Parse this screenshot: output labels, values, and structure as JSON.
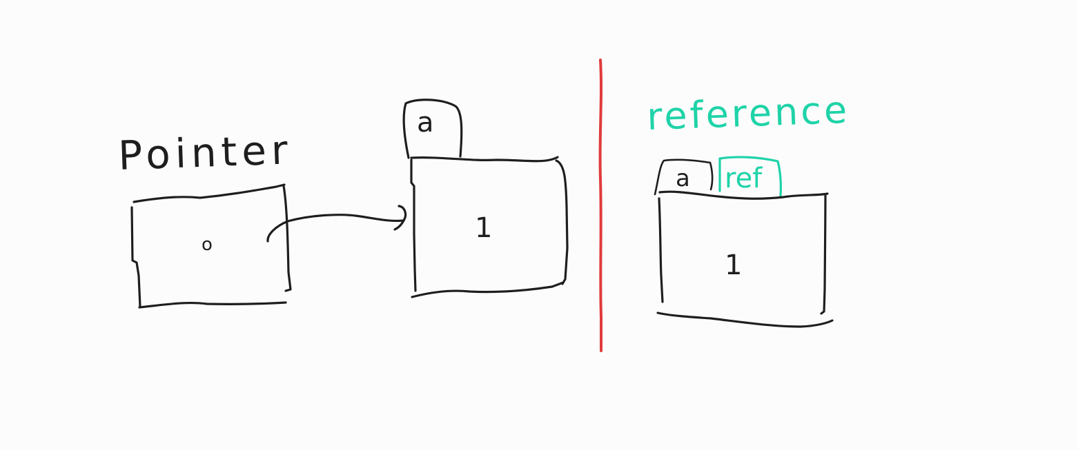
{
  "labels": {
    "pointer_title": "Pointer",
    "reference_title": "reference",
    "pointer_value": "o",
    "target_var_name": "a",
    "target_value": "1",
    "ref_var_name": "a",
    "ref_alias": "ref",
    "ref_value": "1"
  },
  "colors": {
    "background": "#fcfcfc",
    "ink": "#1e1e1e",
    "divider": "#e03b3b",
    "reference_accent": "#1ed3a8"
  }
}
